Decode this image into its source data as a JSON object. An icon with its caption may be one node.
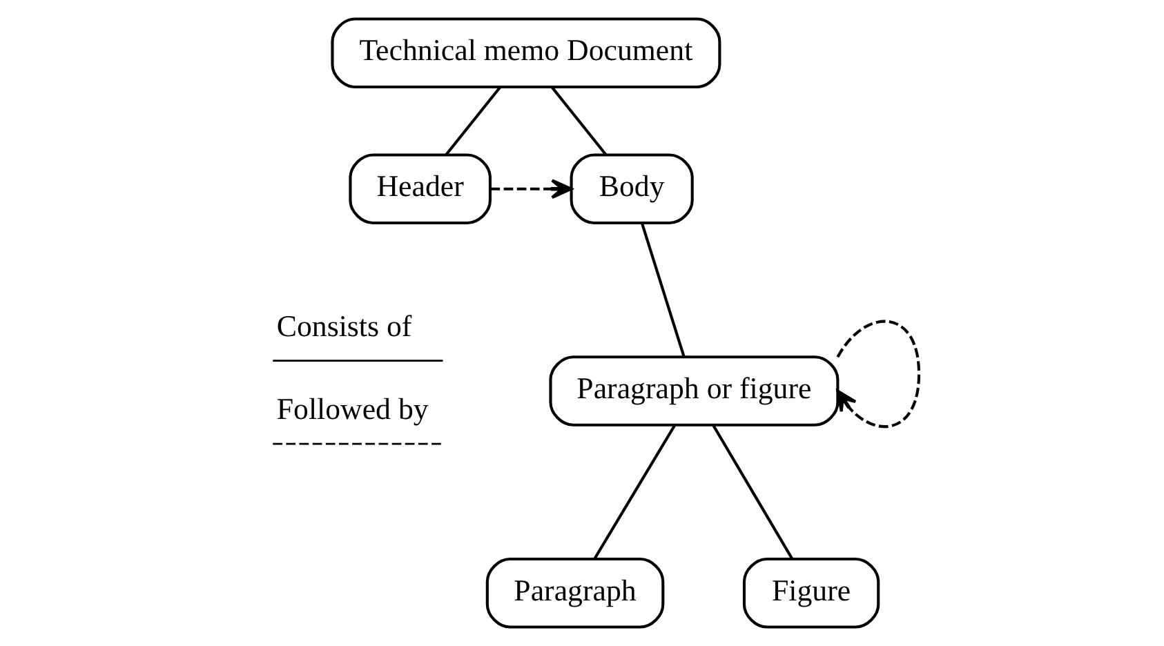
{
  "diagram": {
    "nodes": [
      {
        "text": [
          "Technical memo Document"
        ]
      },
      {
        "text": [
          "Header"
        ]
      },
      {
        "text": [
          "Body"
        ]
      },
      {
        "text": [
          "Paragraph or figure"
        ]
      },
      {
        "text": [
          "Paragraph"
        ]
      },
      {
        "text": [
          "Figure"
        ]
      }
    ],
    "edges": [
      {
        "from": 0,
        "to": 1,
        "arrow": "none"
      },
      {
        "from": 0,
        "to": 2,
        "arrow": "none"
      },
      {
        "from": 1,
        "to": 2,
        "arrow": "to",
        "style": "dashed"
      },
      {
        "from": 2,
        "to": 3,
        "arrow": "none"
      },
      {
        "from": 3,
        "to": 3,
        "arrow": "to",
        "style": "dashed"
      },
      {
        "from": 3,
        "to": 4,
        "arrow": "none"
      },
      {
        "from": 3,
        "to": 5,
        "arrow": "none"
      }
    ],
    "legend": [
      {
        "text": "Consists of"
      },
      {
        "text": "Followed by"
      }
    ]
  }
}
